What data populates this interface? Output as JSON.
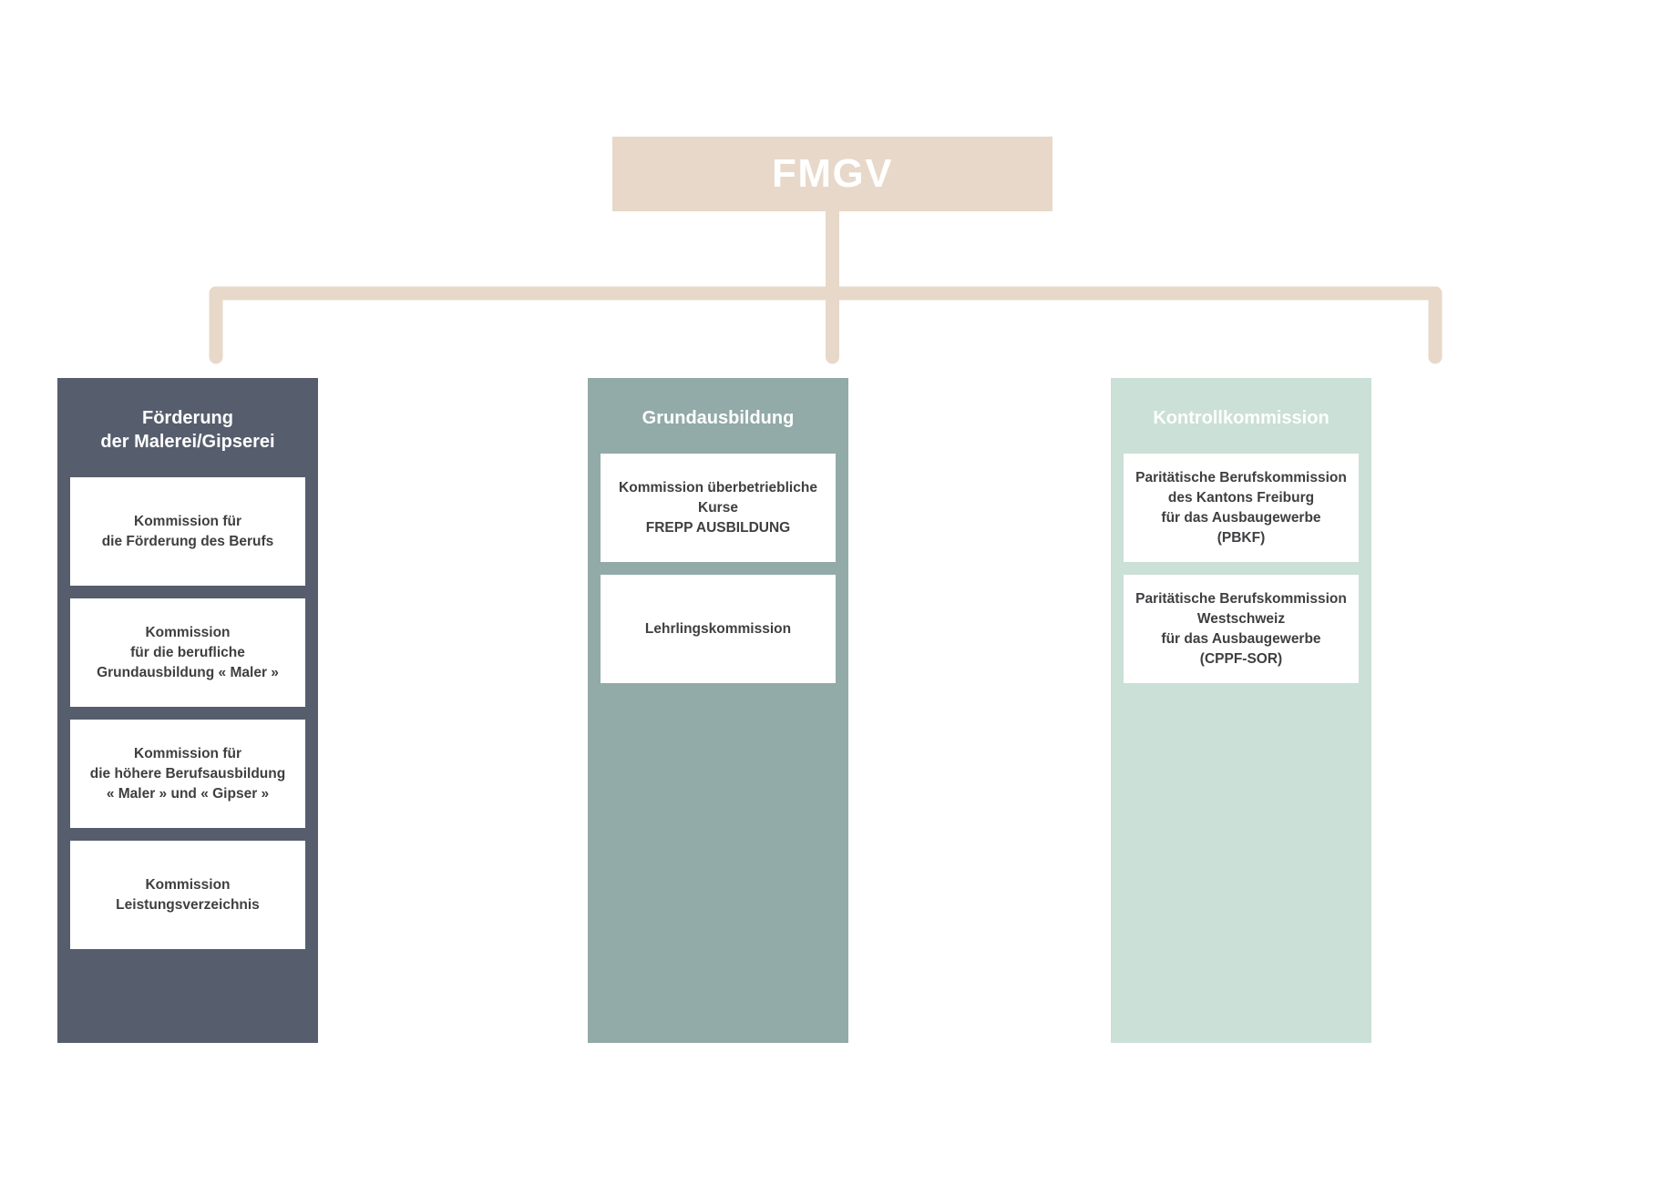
{
  "diagram": {
    "type": "organizational-chart",
    "background_color": "#ffffff",
    "root": {
      "label": "FMGV",
      "color": "#e7d8c9",
      "text_color": "#ffffff"
    },
    "connector_color": "#e7d8c9",
    "columns": [
      {
        "id": "foerderung",
        "title": "Förderung\nder Malerei/Gipserei",
        "color": "#565d6d",
        "title_color": "#ffffff",
        "cards": [
          {
            "label": "Kommission für\ndie Förderung des Berufs"
          },
          {
            "label": "Kommission\nfür die berufliche\nGrundausbildung « Maler »"
          },
          {
            "label": "Kommission für\ndie höhere Berufsausbildung\n« Maler » und « Gipser »"
          },
          {
            "label": "Kommission\nLeistungsverzeichnis"
          }
        ]
      },
      {
        "id": "grundausbildung",
        "title": "Grundausbildung",
        "color": "#92aaa8",
        "title_color": "#ffffff",
        "cards": [
          {
            "label": "Kommission überbetriebliche\nKurse\nFREPP AUSBILDUNG"
          },
          {
            "label": "Lehrlingskommission"
          }
        ]
      },
      {
        "id": "kontrollkommission",
        "title": "Kontrollkommission",
        "color": "#cbe0d6",
        "title_color": "#ffffff",
        "cards": [
          {
            "label": "Paritätische Berufskommission\ndes Kantons Freiburg\nfür das Ausbaugewerbe\n(PBKF)"
          },
          {
            "label": "Paritätische Berufskommission\nWestschweiz\nfür das Ausbaugewerbe\n(CPPF-SOR)"
          }
        ]
      }
    ]
  },
  "chart_data": {
    "type": "diagram",
    "title": "FMGV",
    "nodes": [
      {
        "id": "fmgv",
        "label": "FMGV",
        "level": 0,
        "parent": null
      },
      {
        "id": "foerderung",
        "label": "Förderung der Malerei/Gipserei",
        "level": 1,
        "parent": "fmgv"
      },
      {
        "id": "grundausbildung",
        "label": "Grundausbildung",
        "level": 1,
        "parent": "fmgv"
      },
      {
        "id": "kontrollkommission",
        "label": "Kontrollkommission",
        "level": 1,
        "parent": "fmgv"
      },
      {
        "id": "k1",
        "label": "Kommission für die Förderung des Berufs",
        "level": 2,
        "parent": "foerderung"
      },
      {
        "id": "k2",
        "label": "Kommission für die berufliche Grundausbildung « Maler »",
        "level": 2,
        "parent": "foerderung"
      },
      {
        "id": "k3",
        "label": "Kommission für die höhere Berufsausbildung « Maler » und « Gipser »",
        "level": 2,
        "parent": "foerderung"
      },
      {
        "id": "k4",
        "label": "Kommission Leistungsverzeichnis",
        "level": 2,
        "parent": "foerderung"
      },
      {
        "id": "k5",
        "label": "Kommission überbetriebliche Kurse FREPP AUSBILDUNG",
        "level": 2,
        "parent": "grundausbildung"
      },
      {
        "id": "k6",
        "label": "Lehrlingskommission",
        "level": 2,
        "parent": "grundausbildung"
      },
      {
        "id": "k7",
        "label": "Paritätische Berufskommission des Kantons Freiburg für das Ausbaugewerbe (PBKF)",
        "level": 2,
        "parent": "kontrollkommission"
      },
      {
        "id": "k8",
        "label": "Paritätische Berufskommission Westschweiz für das Ausbaugewerbe (CPPF-SOR)",
        "level": 2,
        "parent": "kontrollkommission"
      }
    ]
  }
}
